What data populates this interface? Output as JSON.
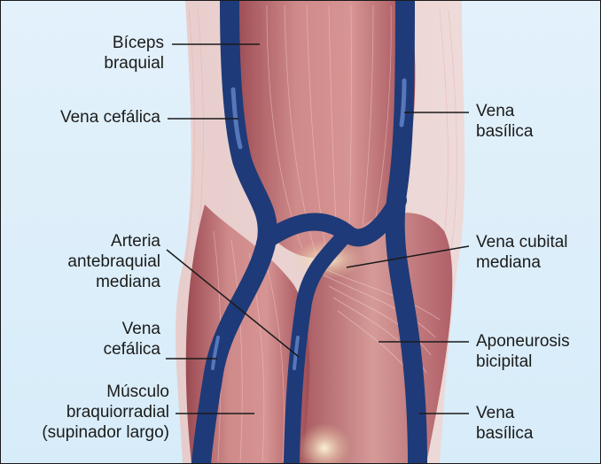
{
  "colors": {
    "background": "#dcedf9",
    "muscle": "#c77a7c",
    "muscle_dark": "#8e3f46",
    "vein": "#1e3a78",
    "vein_highlight": "#5d82c9",
    "tendon": "#f1dcb4",
    "leader": "#1a1a1a"
  },
  "labels": {
    "biceps": [
      "Bíceps",
      "braquial"
    ],
    "vena_cefalica_upper": [
      "Vena cefálica"
    ],
    "arteria": [
      "Arteria",
      "antebraquial",
      "mediana"
    ],
    "vena_cefalica_lower": [
      "Vena",
      "cefálica"
    ],
    "musculo": [
      "Músculo",
      "braquiorradial",
      "(supinador largo)"
    ],
    "vena_basilica_upper": [
      "Vena",
      "basílica"
    ],
    "vena_cubital": [
      "Vena cubital",
      "mediana"
    ],
    "aponeurosis": [
      "Aponeurosis",
      "bicipital"
    ],
    "vena_basilica_lower": [
      "Vena",
      "basílica"
    ]
  }
}
